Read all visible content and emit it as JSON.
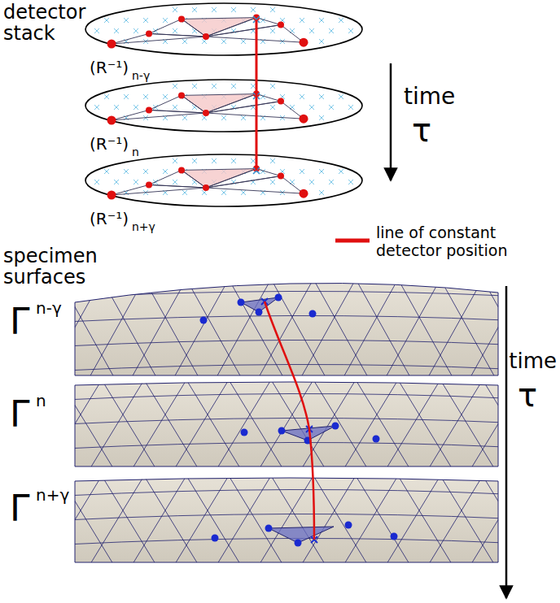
{
  "diagram": {
    "labels": [
      "detector stack",
      "(R⁻¹)",
      "n-γ",
      "(R⁻¹)",
      "n",
      "(R⁻¹)",
      "n+γ",
      "time",
      "τ",
      "specimen surfaces",
      "Γ",
      "n-γ",
      "Γ",
      "n",
      "Γ",
      "n+γ",
      "time",
      "τ"
    ],
    "legend": [
      {
        "text": "line of constant detector position"
      }
    ]
  }
}
